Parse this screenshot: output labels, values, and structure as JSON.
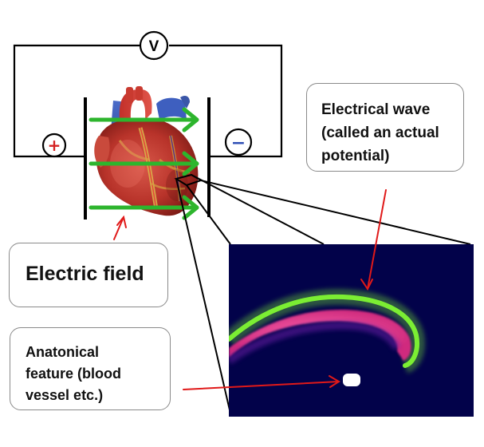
{
  "circuit": {
    "voltmeter_label": "V",
    "positive_symbol": "+",
    "negative_symbol": "−"
  },
  "labels": {
    "electrical_wave": [
      "Electrical wave",
      "(called an actual",
      "potential)"
    ],
    "electric_field": "Electric field",
    "anatomical_feature": [
      "Anatonical",
      "feature (blood",
      "vessel etc.)"
    ]
  },
  "colors": {
    "field_arrow": "#2db52d",
    "pointer_arrow": "#e01919",
    "positive_terminal": "#d42020",
    "negative_terminal": "#2f4fb5",
    "simulation_background": "#02024a",
    "wave_front": "#7bee33",
    "wave_body": "#ee3c96"
  },
  "icons": {
    "heart": "anatomical-heart-illustration",
    "voltmeter": "voltmeter-circle-icon"
  }
}
